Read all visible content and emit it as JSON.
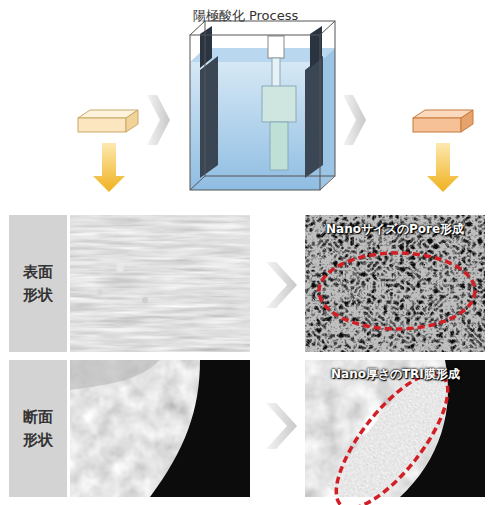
{
  "diagram": {
    "title": "陽極酸化 Process",
    "nodes": [
      {
        "text": [
          "表面形状"
        ]
      },
      {
        "text": [
          "断面形状"
        ]
      }
    ],
    "labels": [
      "NanoサイズのPore形成",
      "Nano厚さのTRI膜形成"
    ]
  }
}
